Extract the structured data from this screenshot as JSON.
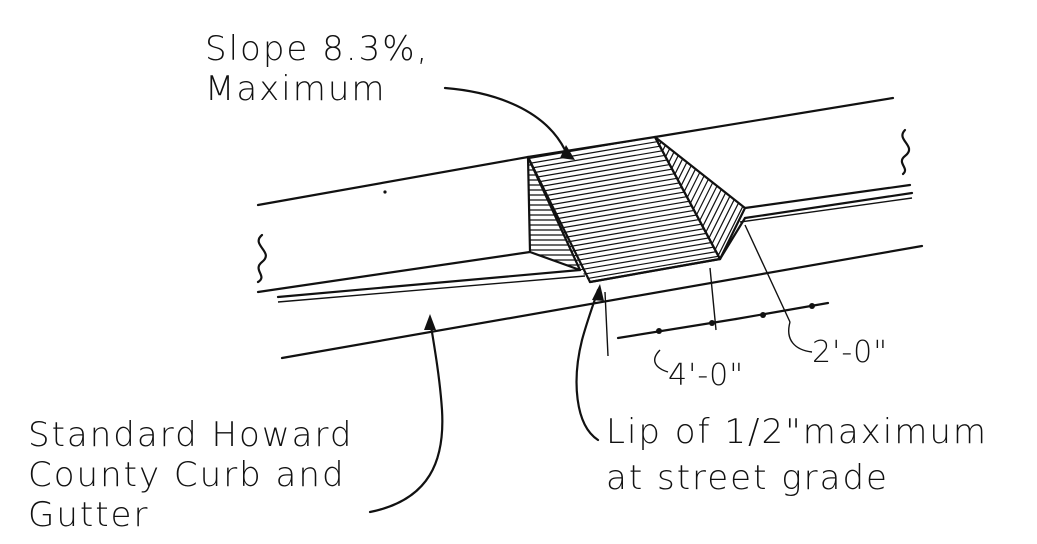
{
  "labels": {
    "slope_line1": "Slope 8.3%,",
    "slope_line2": "Maximum",
    "curb_line1": "Standard Howard",
    "curb_line2": "County Curb and",
    "curb_line3": "Gutter",
    "lip_line1": "Lip of 1/2\"maximum",
    "lip_line2": "at street grade",
    "dim_4": "4'-0\"",
    "dim_2": "2'-0\""
  },
  "colors": {
    "ink": "#111111",
    "paper": "#ffffff"
  }
}
